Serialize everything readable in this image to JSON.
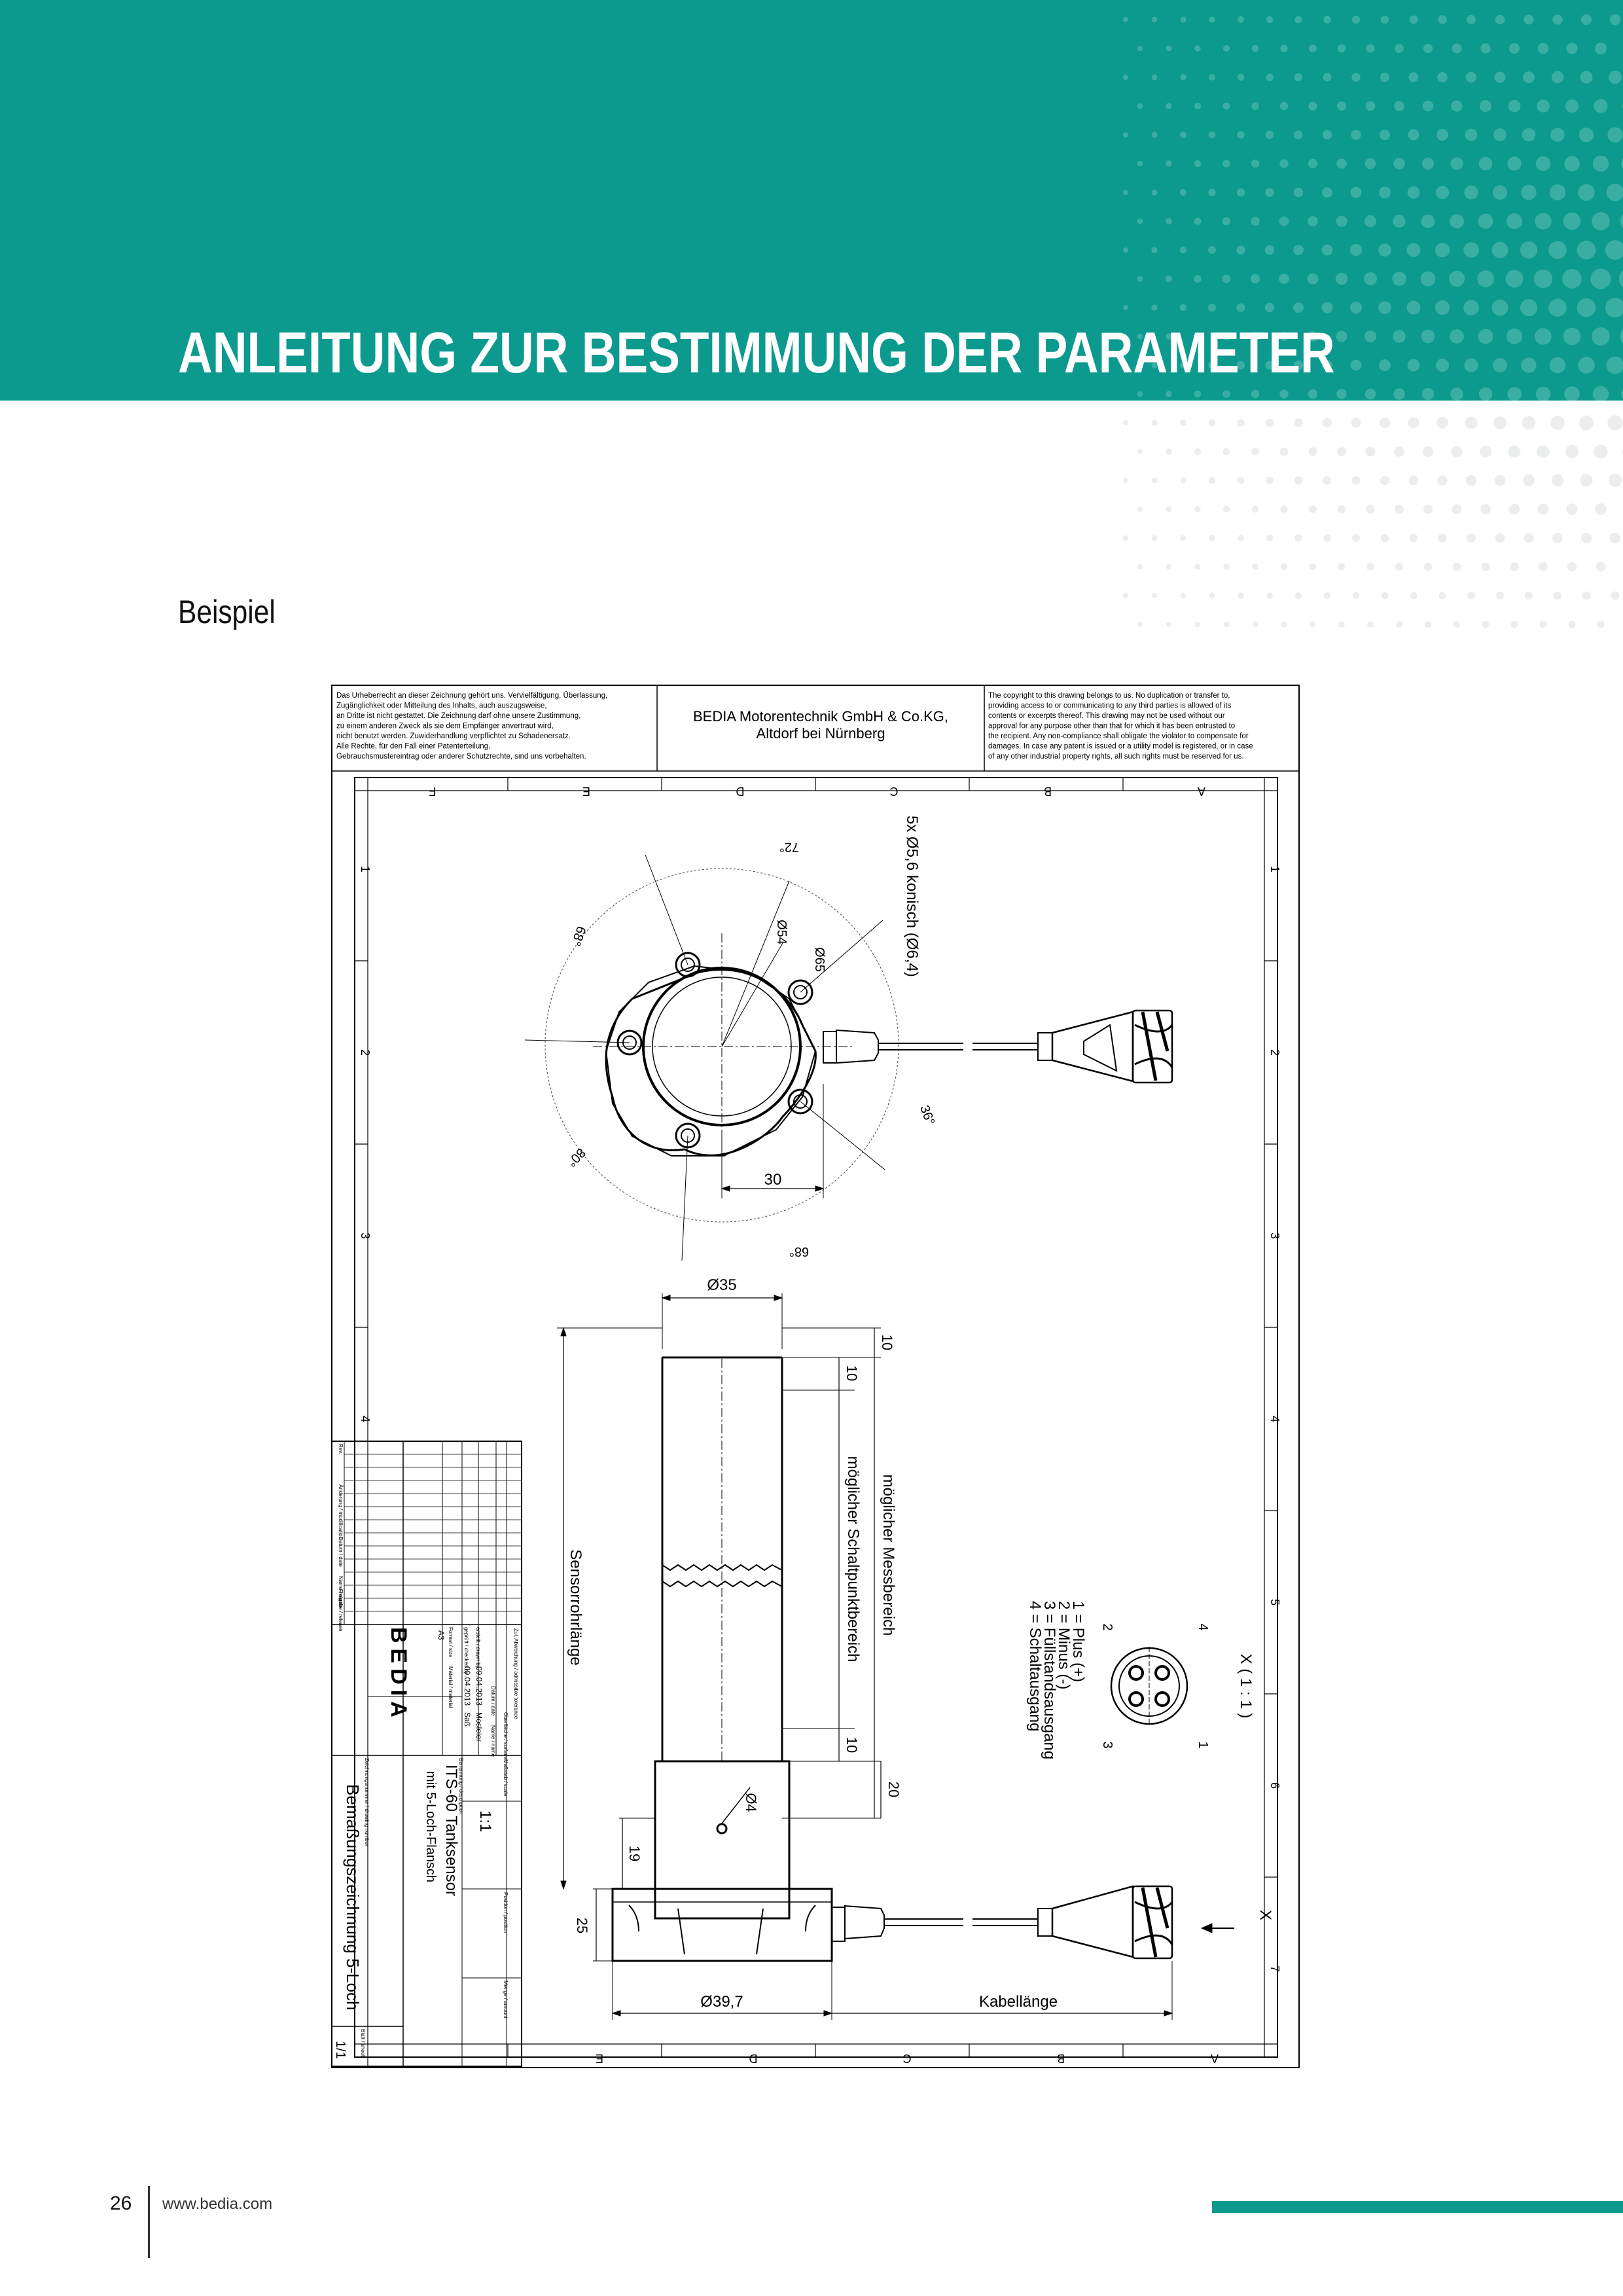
{
  "header": {
    "title": "ANLEITUNG ZUR BESTIMMUNG DER PARAMETER",
    "accent_color": "#0b9a8d"
  },
  "section": {
    "subtitle": "Beispiel"
  },
  "drawing": {
    "copyright_de": [
      "Das Urheberrecht an dieser Zeichnung gehört uns. Vervielfältigung, Überlassung,",
      "Zugänglichkeit oder Mitteilung des Inhalts, auch auszugsweise,",
      "an Dritte ist nicht gestattet. Die Zeichnung darf ohne unsere Zustimmung,",
      "zu einem anderen Zweck als sie dem Empfänger anvertraut wird,",
      "nicht benutzt werden. Zuwiderhandlung verpflichtet zu Schadenersatz.",
      "Alle Rechte, für den Fall einer Patenterteilung,",
      "Gebrauchsmustereintrag oder anderer Schutzrechte, sind uns vorbehalten."
    ],
    "company_line1": "BEDIA Motorentechnik GmbH & Co.KG,",
    "company_line2": "Altdorf bei Nürnberg",
    "copyright_en": [
      "The copyright to this drawing belongs to us. No duplication or transfer to,",
      "providing access to or communicating to any third parties is allowed of its",
      "contents or excerpts thereof. This drawing may not be used without our",
      "approval for any purpose other than that for which it has been entrusted to",
      "the recipient. Any non-compliance shall obligate the violator to compensate for",
      "damages. In case any patent is issued or a utility model is registered, or in case",
      "of any other industrial property rights, all such rights must be reserved for us."
    ],
    "col_letters": [
      "F",
      "E",
      "D",
      "C",
      "B",
      "A"
    ],
    "col_letters_bottom": [
      "E",
      "D",
      "C",
      "B",
      "A"
    ],
    "row_numbers": [
      "1",
      "2",
      "3",
      "4",
      "5",
      "6",
      "7"
    ],
    "dims": {
      "holes": "5x Ø5,6 konisch  (Ø6,4)",
      "a72": "72°",
      "a68": "68°",
      "d54": "Ø54",
      "d65": "Ø65",
      "a36": "36°",
      "a80": "80°",
      "a68b": "68°",
      "d30": "30",
      "d35": "Ø35",
      "d10a": "10",
      "d10b": "10",
      "d10c": "10",
      "messbereich": "möglicher Messbereich",
      "schaltpunkt": "möglicher Schaltpunktbereich",
      "sensorrohr": "Sensorrohrlänge",
      "d4": "Ø4",
      "d20": "20",
      "d19": "19",
      "d25": "25",
      "d397": "Ø39,7",
      "kabel": "Kabellänge",
      "viewx": "X ( 1 : 1 )",
      "x": "X"
    },
    "pins": [
      "1 = Plus (+)",
      "2 = Minus (-)",
      "3 = Füllstandsausgang",
      "4 = Schaltausgang"
    ],
    "pin_nums": [
      "1",
      "2",
      "3",
      "4"
    ],
    "titleblock": {
      "description_label": "Benennung / description",
      "name_line1": "ITS-60 Tanksensor",
      "name_line2": "mit 5-Loch-Flansch",
      "drawing_label": "Zeichnungsnummer / drawing number",
      "drawing_name": "Bemaßungszeichnung 5-Loch",
      "scale_label": "Maßstab / scale",
      "scale": "1:1",
      "surface_label": "Oberfläche / surface",
      "tolerance_label": "Zul. Abweichung / admissible tolerance",
      "position_label": "Position / position",
      "amount_label": "Menge / amount",
      "sheet_label": "Blatt / sheet",
      "sheet": "1/1",
      "date_label": "Datum / date",
      "name_label": "Name / name",
      "drawn_label": "erstellt / drawn by",
      "drawn_date": "09.04.2013",
      "drawn_name": "Mosleier",
      "checked_label": "geprüft / checked by",
      "checked_date": "09.04.2013",
      "checked_name": "Saß",
      "material_label": "Material / material",
      "format_label": "Format / size",
      "format": "A3",
      "rev_labels": [
        "Rev.",
        "Änderung / modification",
        "Datum / date",
        "Name / name",
        "Freigabe / release"
      ],
      "logo_text": "BEDIA"
    }
  },
  "footer": {
    "page": "26",
    "url": "www.bedia.com"
  }
}
